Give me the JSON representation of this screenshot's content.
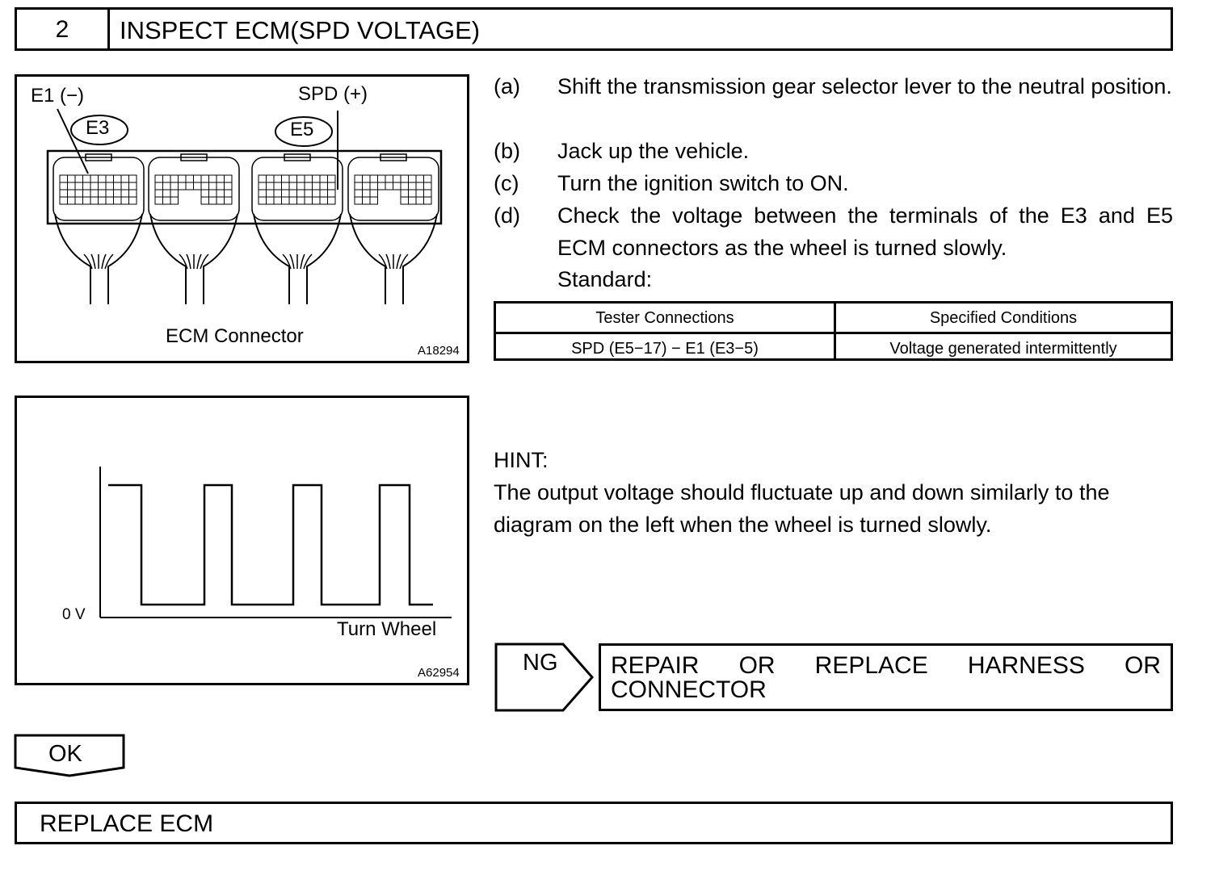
{
  "step": {
    "number": "2",
    "title": "INSPECT ECM(SPD VOLTAGE)"
  },
  "figure_connector": {
    "label_e1": "E1 (−)",
    "label_spd": "SPD (+)",
    "connector_e3": "E3",
    "connector_e5": "E5",
    "caption": "ECM Connector",
    "figure_id": "A18294"
  },
  "figure_waveform": {
    "y_label": "0 V",
    "x_label": "Turn Wheel",
    "figure_id": "A62954",
    "levels": [
      "high",
      "low",
      "high",
      "low",
      "high",
      "low",
      "high",
      "low"
    ]
  },
  "instructions": [
    {
      "letter": "(a)",
      "text": "Shift the transmission gear selector lever to the neutral position."
    },
    {
      "letter": "(b)",
      "text": "Jack up the vehicle."
    },
    {
      "letter": "(c)",
      "text": "Turn the ignition switch to ON."
    },
    {
      "letter": "(d)",
      "text": "Check the voltage between the terminals of the E3 and E5 ECM connectors as the wheel is turned slowly."
    }
  ],
  "standard_label": "Standard:",
  "standard_table": {
    "headers": [
      "Tester Connections",
      "Specified Conditions"
    ],
    "rows": [
      [
        "SPD (E5−17) − E1 (E3−5)",
        "Voltage generated intermittently"
      ]
    ]
  },
  "hint": {
    "label": "HINT:",
    "line1": "The output voltage should fluctuate up and down similarly to the",
    "line2": "diagram on the left when the wheel is turned slowly."
  },
  "ng": {
    "label": "NG",
    "result_words": [
      "REPAIR",
      "OR",
      "REPLACE",
      "HARNESS",
      "OR"
    ],
    "result_line2": "CONNECTOR"
  },
  "ok": {
    "label": "OK"
  },
  "final": {
    "text": "REPLACE ECM"
  }
}
